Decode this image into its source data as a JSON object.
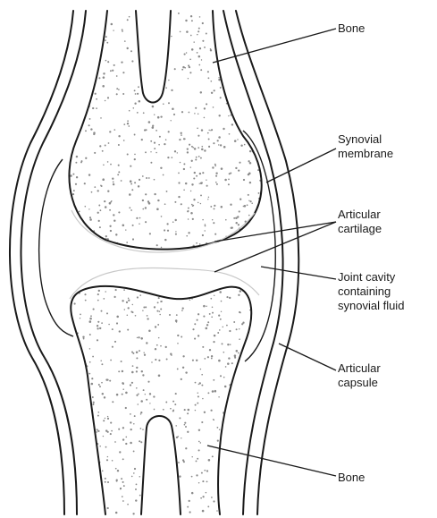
{
  "labels": {
    "bone_top": "Bone",
    "synovial_membrane": [
      "Synovial",
      "membrane"
    ],
    "articular_cartilage": [
      "Articular",
      "cartilage"
    ],
    "joint_cavity": [
      "Joint cavity",
      "containing",
      "synovial fluid"
    ],
    "articular_capsule": [
      "Articular",
      "capsule"
    ],
    "bone_bottom": "Bone"
  },
  "colors": {
    "ink": "#1a1a1a",
    "dots": "#8a8a8a",
    "background": "#ffffff"
  }
}
